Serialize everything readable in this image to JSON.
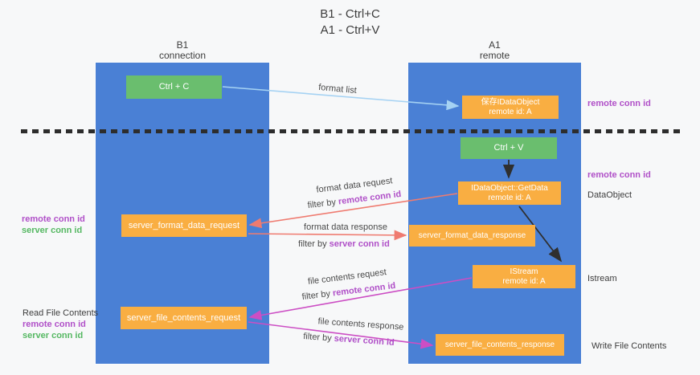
{
  "title": {
    "line1": "B1 - Ctrl+C",
    "line2": "A1 - Ctrl+V"
  },
  "lanes": {
    "left": {
      "name": "B1",
      "role": "connection"
    },
    "right": {
      "name": "A1",
      "role": "remote"
    }
  },
  "boxes": {
    "ctrl_c": {
      "label": "Ctrl + C"
    },
    "ctrl_v": {
      "label": "Ctrl + V"
    },
    "save_dataobject": {
      "title": "保存IDataObject",
      "subtitle": "remote id: A"
    },
    "getdata": {
      "title": "IDataObject::GetData",
      "subtitle": "remote id: A"
    },
    "istream": {
      "title": "IStream",
      "subtitle": "remote id: A"
    },
    "format_request": {
      "label": "server_format_data_request"
    },
    "format_response": {
      "label": "server_format_data_response"
    },
    "file_request": {
      "label": "server_file_contents_request"
    },
    "file_response": {
      "label": "server_file_contents_response"
    }
  },
  "flows": {
    "format_list": {
      "text": "format list"
    },
    "format_request": {
      "text": "format data request",
      "filter_prefix": "filter by",
      "filter_key": "remote conn id"
    },
    "format_response": {
      "text": "format data response",
      "filter_prefix": "filter by",
      "filter_key": "server conn id"
    },
    "file_request": {
      "text": "file contents request",
      "filter_prefix": "filter by",
      "filter_key": "remote conn id"
    },
    "file_response": {
      "text": "file contents response",
      "filter_prefix": "filter by",
      "filter_key": "server conn id"
    }
  },
  "side_labels": {
    "left_format": {
      "remote": "remote conn id",
      "server": "server conn id"
    },
    "left_file": {
      "title": "Read File Contents",
      "remote": "remote conn id",
      "server": "server conn id"
    },
    "right_top_remote": "remote conn id",
    "right_mid_remote": "remote conn id",
    "right_dataobject": "DataObject",
    "right_istream": "Istream",
    "right_write_file": "Write File Contents"
  },
  "colors": {
    "lane_blue": "#4a80d5",
    "box_green": "#6abe6e",
    "box_orange": "#f9ae42",
    "purple_text": "#b050c8",
    "green_text": "#55b862",
    "arrow_light_blue": "#a5d2f3",
    "arrow_salmon": "#ef7b70",
    "arrow_magenta": "#cc4ec4",
    "arrow_black": "#2f2f2f",
    "background": "#f7f8f9"
  }
}
